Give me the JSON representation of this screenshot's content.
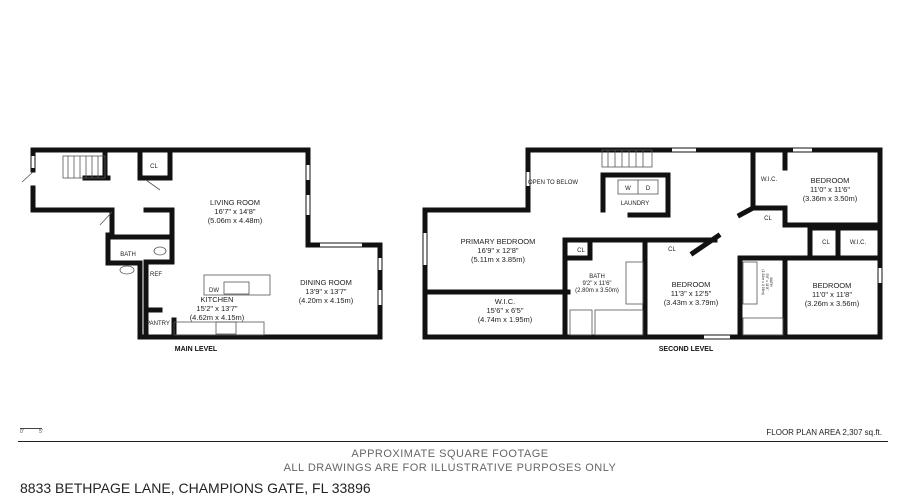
{
  "main_level": {
    "title": "MAIN LEVEL",
    "rooms": [
      {
        "name": "LIVING ROOM",
        "dims": "16'7\" x 14'8\"",
        "metric": "(5.06m x 4.48m)"
      },
      {
        "name": "DINING ROOM",
        "dims": "13'9\" x 13'7\"",
        "metric": "(4.20m x 4.15m)"
      },
      {
        "name": "KITCHEN",
        "dims": "15'2\" x 13'7\"",
        "metric": "(4.62m x 4.15m)"
      }
    ],
    "labels": {
      "cl": "CL",
      "bath": "BATH",
      "ref": "REF",
      "pantry": "PANTRY",
      "dw": "DW"
    }
  },
  "second_level": {
    "title": "SECOND LEVEL",
    "rooms": [
      {
        "name": "PRIMARY BEDROOM",
        "dims": "16'9\" x 12'8\"",
        "metric": "(5.11m x 3.85m)"
      },
      {
        "name": "W.I.C.",
        "dims": "15'6\" x 6'5\"",
        "metric": "(4.74m x 1.95m)"
      },
      {
        "name": "BATH",
        "dims": "9'2\" x 11'6\"",
        "metric": "(2.80m x 3.50m)"
      },
      {
        "name": "BEDROOM",
        "dims": "11'3\" x 12'5\"",
        "metric": "(3.43m x 3.79m)"
      },
      {
        "name": "BEDROOM",
        "dims": "11'0\" x 11'6\"",
        "metric": "(3.36m x 3.50m)"
      },
      {
        "name": "BEDROOM",
        "dims": "11'0\" x 11'8\"",
        "metric": "(3.26m x 3.56m)"
      },
      {
        "name": "BATH",
        "dims": "5'0\" x 11'8\"",
        "metric": "(1.52m x 3.56m)"
      }
    ],
    "labels": {
      "open_to_below": "OPEN TO BELOW",
      "laundry": "LAUNDRY",
      "washer": "W",
      "dryer": "D",
      "cl": "CL",
      "wic": "W.I.C."
    }
  },
  "scale_bar": {
    "start": "0'",
    "end": "5'"
  },
  "floor_plan_area": "FLOOR PLAN AREA 2,307 sq.ft.",
  "disclaimer_1": "APPROXIMATE SQUARE FOOTAGE",
  "disclaimer_2": "ALL DRAWINGS ARE FOR ILLUSTRATIVE PURPOSES ONLY",
  "address": "8833 BETHPAGE LANE, CHAMPIONS GATE, FL 33896"
}
